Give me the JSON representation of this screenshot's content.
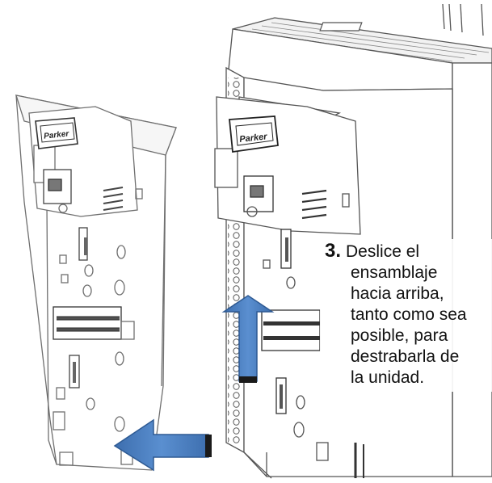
{
  "illustration": {
    "left_unit": {
      "brand_badge": "Parker"
    },
    "right_unit": {
      "brand_badge": "Parker"
    },
    "arrows": [
      {
        "direction": "up",
        "color": "#4a7fc0"
      },
      {
        "direction": "left",
        "color": "#4a7fc0"
      }
    ]
  },
  "callout": {
    "step_number": "3.",
    "lines": [
      "Deslice el",
      "ensamblaje",
      "hacia arriba,",
      "tanto como sea",
      "posible, para",
      "destrabarla de",
      "la unidad."
    ]
  }
}
